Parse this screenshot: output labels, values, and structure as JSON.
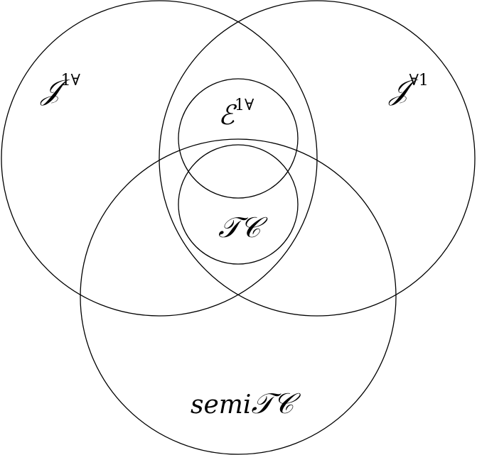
{
  "diagram": {
    "sets": [
      {
        "id": "j1a",
        "base": "𝒥",
        "sup": "1∀"
      },
      {
        "id": "ja1",
        "base": "𝒥",
        "sup": "∀1"
      },
      {
        "id": "e1a",
        "base": "ℰ",
        "sup": "1∀"
      },
      {
        "id": "tc",
        "base": "𝒯𝒞",
        "sup": ""
      },
      {
        "id": "semitc",
        "prefix": "semi",
        "base": "𝒯𝒞",
        "sup": ""
      }
    ]
  }
}
